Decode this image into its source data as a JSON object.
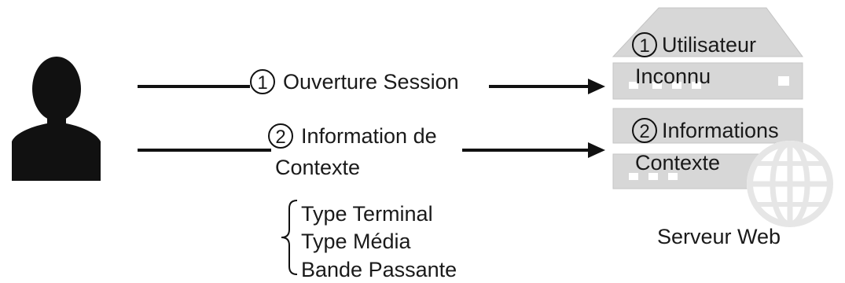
{
  "flow": {
    "step1": {
      "number": "1",
      "label": "Ouverture Session"
    },
    "step2": {
      "number": "2",
      "label_line1": "Information de",
      "label_line2": "Contexte"
    }
  },
  "context_details": {
    "items": [
      "Type Terminal",
      "Type Média",
      "Bande Passante"
    ]
  },
  "server": {
    "caption": "Serveur Web",
    "block1": {
      "number": "1",
      "line1": "Utilisateur",
      "line2": "Inconnu"
    },
    "block2": {
      "number": "2",
      "line1": "Informations",
      "line2": "Contexte"
    }
  },
  "colors": {
    "ink": "#1a1a1a",
    "server_fill": "#d7d7d7",
    "server_stroke": "#c4c4c4",
    "globe": "#e6e6e6"
  },
  "icons": [
    "user-silhouette-icon",
    "server-icon",
    "globe-icon",
    "arrow-right-icon",
    "curly-brace-icon"
  ]
}
